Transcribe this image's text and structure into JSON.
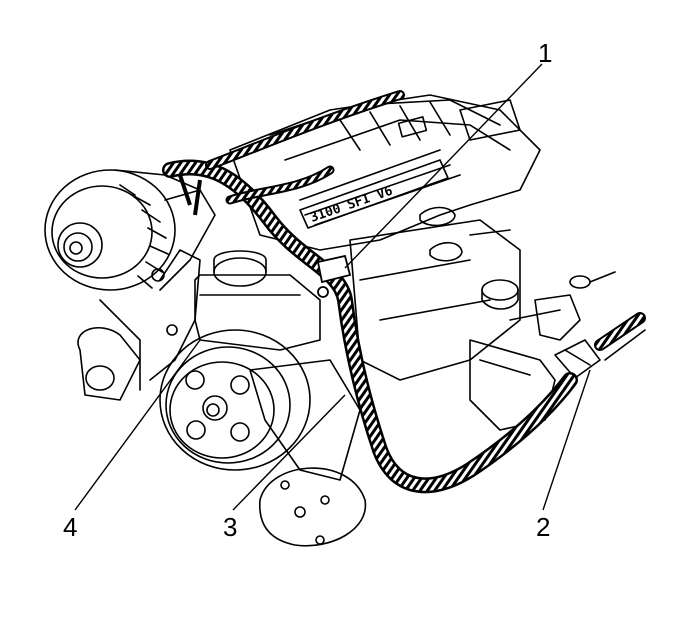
{
  "figure": {
    "engine_label": "3100 SFI V6",
    "callouts": {
      "c1": "1",
      "c2": "2",
      "c3": "3",
      "c4": "4"
    }
  },
  "colors": {
    "ink": "#000000",
    "paper": "#ffffff"
  }
}
